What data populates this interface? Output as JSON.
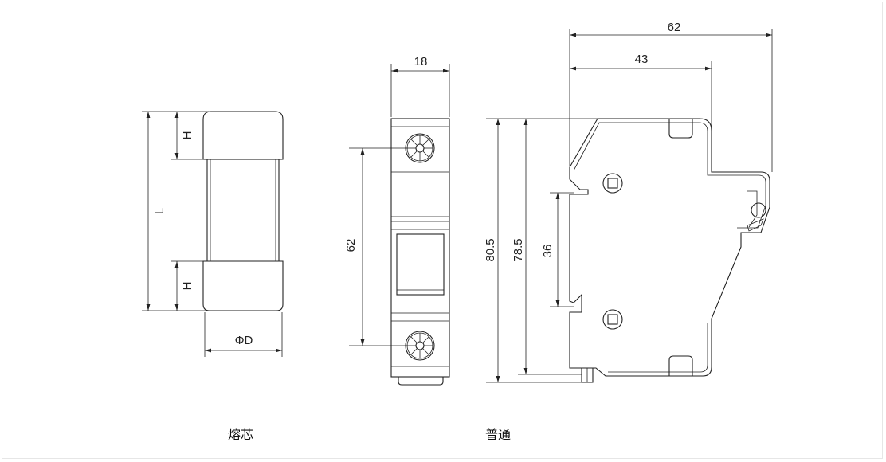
{
  "fuse_core": {
    "caption": "熔芯",
    "label_length": "L",
    "label_cap_height_top": "H",
    "label_cap_height_bottom": "H",
    "label_diameter": "ΦD"
  },
  "holder_front": {
    "dim_width": "18",
    "dim_terminal_pitch": "62"
  },
  "holder_side": {
    "dim_total_depth": "62",
    "dim_body_depth": "43",
    "dim_total_height": "80.5",
    "dim_body_height": "78.5",
    "dim_rail": "36"
  },
  "caption_normal": "普通"
}
